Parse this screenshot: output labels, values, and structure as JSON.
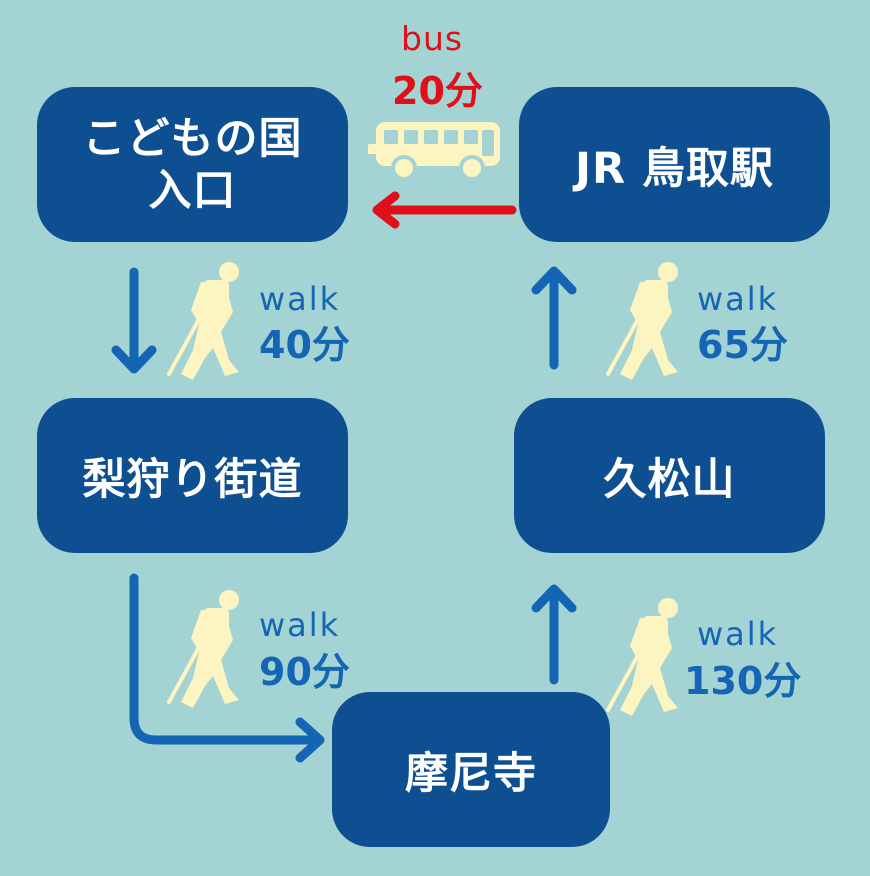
{
  "colors": {
    "background": "#a3d4d3",
    "node_fill": "#0e4f92",
    "node_text": "#ffffff",
    "walk_arrow": "#1565b5",
    "bus_arrow": "#e0101b",
    "hiker_fill": "#fcf4c1",
    "bus_fill": "#fcf4c1"
  },
  "nodes": {
    "kodomo_line1": "こどもの国",
    "kodomo_line2": "入口",
    "jr": "JR 鳥取駅",
    "nashi": "梨狩り街道",
    "hisamatsu": "久松山",
    "maniji": "摩尼寺"
  },
  "segments": {
    "bus": {
      "mode": "bus",
      "time": "20分",
      "icon": "bus-icon"
    },
    "walk1": {
      "mode": "walk",
      "time": "40分",
      "icon": "hiker-icon"
    },
    "walk2": {
      "mode": "walk",
      "time": "90分",
      "icon": "hiker-icon"
    },
    "walk3": {
      "mode": "walk",
      "time": "130分",
      "icon": "hiker-icon"
    },
    "walk4": {
      "mode": "walk",
      "time": "65分",
      "icon": "hiker-icon"
    }
  }
}
